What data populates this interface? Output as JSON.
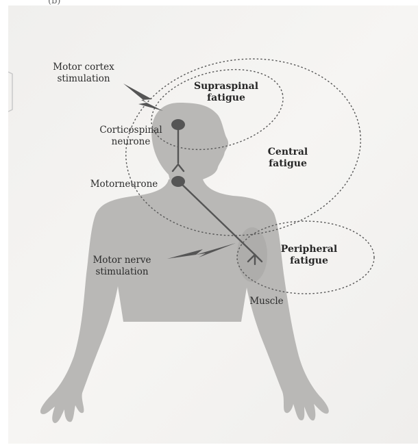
{
  "figure": {
    "caption_fragment": "(b)",
    "labels": {
      "motor_cortex_stimulation": "Motor cortex\nstimulation",
      "corticospinal_neurone": "Corticospinal\nneurone",
      "motorneurone": "Motorneurone",
      "motor_nerve_stimulation": "Motor nerve\nstimulation",
      "muscle": "Muscle"
    },
    "regions": {
      "supraspinal_fatigue": "Supraspinal\nfatigue",
      "central_fatigue": "Central\nfatigue",
      "peripheral_fatigue": "Peripheral\nfatigue"
    }
  },
  "colors": {
    "page_background": "#f4f3f1",
    "outer_margin": "#ffffff",
    "body_silhouette": "#b9b8b6",
    "pathway_line": "#555555",
    "dashed_outline": "#555555"
  }
}
